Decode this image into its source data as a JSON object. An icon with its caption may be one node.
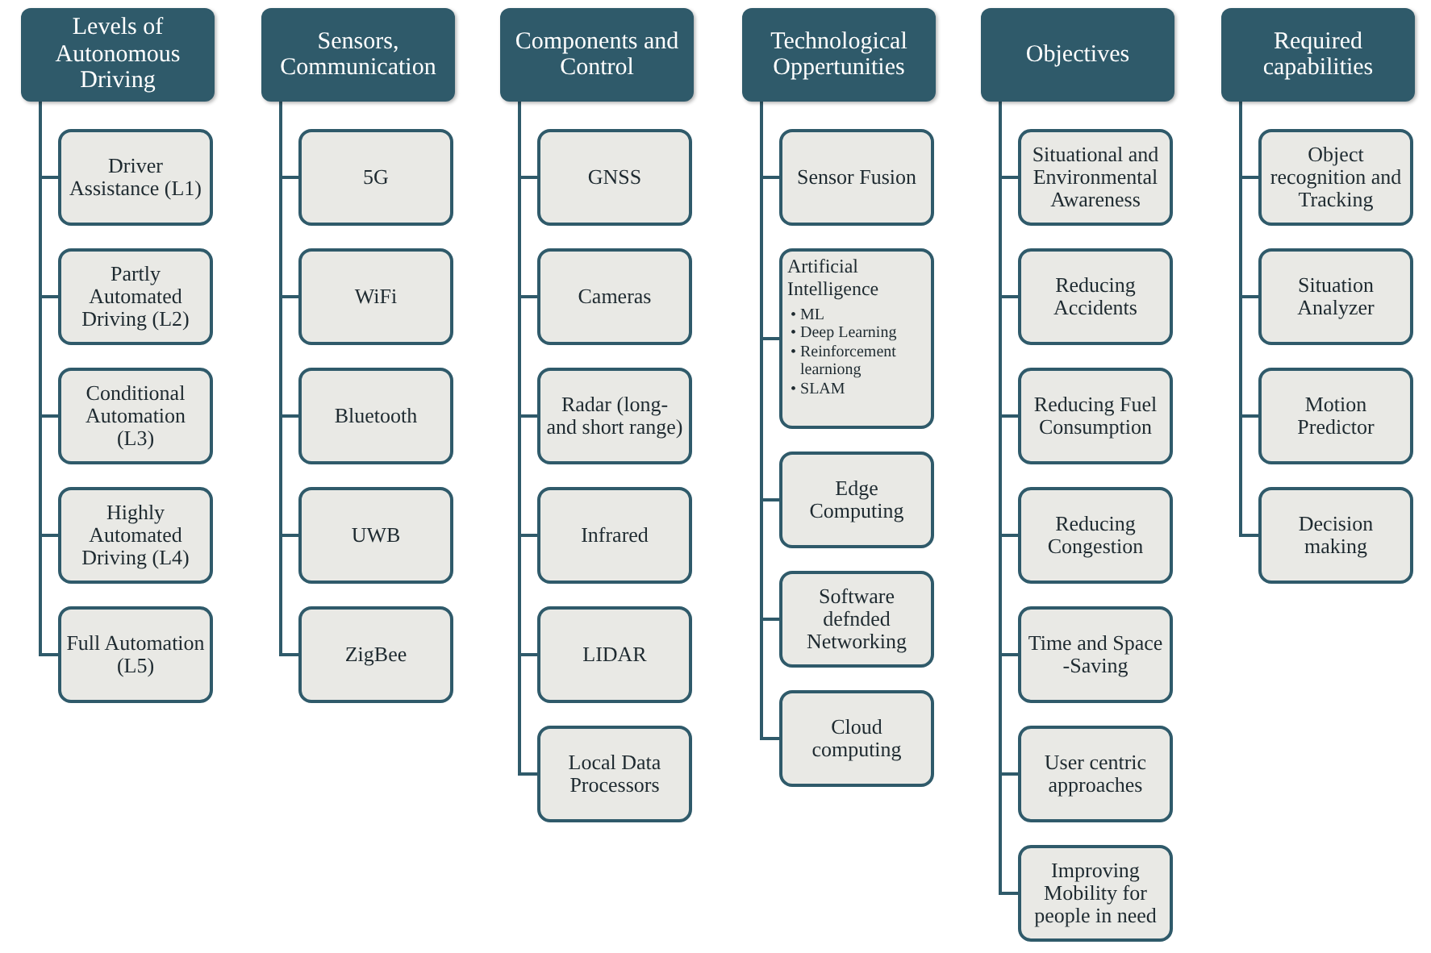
{
  "diagram": {
    "nodes": [
      {
        "text": [
          "Levels of Autonomous Driving"
        ]
      },
      {
        "text": [
          "Driver Assistance (L1)"
        ]
      },
      {
        "text": [
          "Partly Automated Driving (L2)"
        ]
      },
      {
        "text": [
          "Conditional Automation (L3)"
        ]
      },
      {
        "text": [
          "Highly Automated Driving (L4)"
        ]
      },
      {
        "text": [
          "Full Automation (L5)"
        ]
      },
      {
        "text": [
          "Sensors, Communication"
        ]
      },
      {
        "text": [
          "5G"
        ]
      },
      {
        "text": [
          "WiFi"
        ]
      },
      {
        "text": [
          "Bluetooth"
        ]
      },
      {
        "text": [
          "UWB"
        ]
      },
      {
        "text": [
          "ZigBee"
        ]
      },
      {
        "text": [
          "Components and Control"
        ]
      },
      {
        "text": [
          "GNSS"
        ]
      },
      {
        "text": [
          "Cameras"
        ]
      },
      {
        "text": [
          "Radar (long- and short range)"
        ]
      },
      {
        "text": [
          "Infrared"
        ]
      },
      {
        "text": [
          "LIDAR"
        ]
      },
      {
        "text": [
          "Local Data Processors"
        ]
      },
      {
        "text": [
          "Technological Oppertunities"
        ]
      },
      {
        "text": [
          "Sensor Fusion"
        ]
      },
      {
        "text": [
          "Artificial Intelligence",
          "• ML",
          "• Deep Learning",
          "• Reinforcement learniong",
          "• SLAM"
        ]
      },
      {
        "text": [
          "Edge Computing"
        ]
      },
      {
        "text": [
          "Software defnded Networking"
        ]
      },
      {
        "text": [
          "Cloud computing"
        ]
      },
      {
        "text": [
          "Objectives"
        ]
      },
      {
        "text": [
          "Situational and Environmental Awareness"
        ]
      },
      {
        "text": [
          "Reducing Accidents"
        ]
      },
      {
        "text": [
          "Reducing Fuel Consumption"
        ]
      },
      {
        "text": [
          "Reducing Congestion"
        ]
      },
      {
        "text": [
          "Time and Space -Saving"
        ]
      },
      {
        "text": [
          "User centric approaches"
        ]
      },
      {
        "text": [
          "Improving Mobility for people in need"
        ]
      },
      {
        "text": [
          "Required capabilities"
        ]
      },
      {
        "text": [
          "Object recognition and Tracking"
        ]
      },
      {
        "text": [
          "Situation Analyzer"
        ]
      },
      {
        "text": [
          "Motion Predictor"
        ]
      },
      {
        "text": [
          "Decision making"
        ]
      }
    ],
    "edges": [
      {
        "from": 0,
        "to": 1,
        "arrow": "none"
      },
      {
        "from": 0,
        "to": 2,
        "arrow": "none"
      },
      {
        "from": 0,
        "to": 3,
        "arrow": "none"
      },
      {
        "from": 0,
        "to": 4,
        "arrow": "none"
      },
      {
        "from": 0,
        "to": 5,
        "arrow": "none"
      },
      {
        "from": 6,
        "to": 7,
        "arrow": "none"
      },
      {
        "from": 6,
        "to": 8,
        "arrow": "none"
      },
      {
        "from": 6,
        "to": 9,
        "arrow": "none"
      },
      {
        "from": 6,
        "to": 10,
        "arrow": "none"
      },
      {
        "from": 6,
        "to": 11,
        "arrow": "none"
      },
      {
        "from": 12,
        "to": 13,
        "arrow": "none"
      },
      {
        "from": 12,
        "to": 14,
        "arrow": "none"
      },
      {
        "from": 12,
        "to": 15,
        "arrow": "none"
      },
      {
        "from": 12,
        "to": 16,
        "arrow": "none"
      },
      {
        "from": 12,
        "to": 17,
        "arrow": "none"
      },
      {
        "from": 12,
        "to": 18,
        "arrow": "none"
      },
      {
        "from": 19,
        "to": 20,
        "arrow": "none"
      },
      {
        "from": 19,
        "to": 21,
        "arrow": "none"
      },
      {
        "from": 19,
        "to": 22,
        "arrow": "none"
      },
      {
        "from": 19,
        "to": 23,
        "arrow": "none"
      },
      {
        "from": 19,
        "to": 24,
        "arrow": "none"
      },
      {
        "from": 25,
        "to": 26,
        "arrow": "none"
      },
      {
        "from": 25,
        "to": 27,
        "arrow": "none"
      },
      {
        "from": 25,
        "to": 28,
        "arrow": "none"
      },
      {
        "from": 25,
        "to": 29,
        "arrow": "none"
      },
      {
        "from": 25,
        "to": 30,
        "arrow": "none"
      },
      {
        "from": 25,
        "to": 31,
        "arrow": "none"
      },
      {
        "from": 25,
        "to": 32,
        "arrow": "none"
      },
      {
        "from": 33,
        "to": 34,
        "arrow": "none"
      },
      {
        "from": 33,
        "to": 35,
        "arrow": "none"
      },
      {
        "from": 33,
        "to": 36,
        "arrow": "none"
      },
      {
        "from": 33,
        "to": 37,
        "arrow": "none"
      }
    ]
  }
}
